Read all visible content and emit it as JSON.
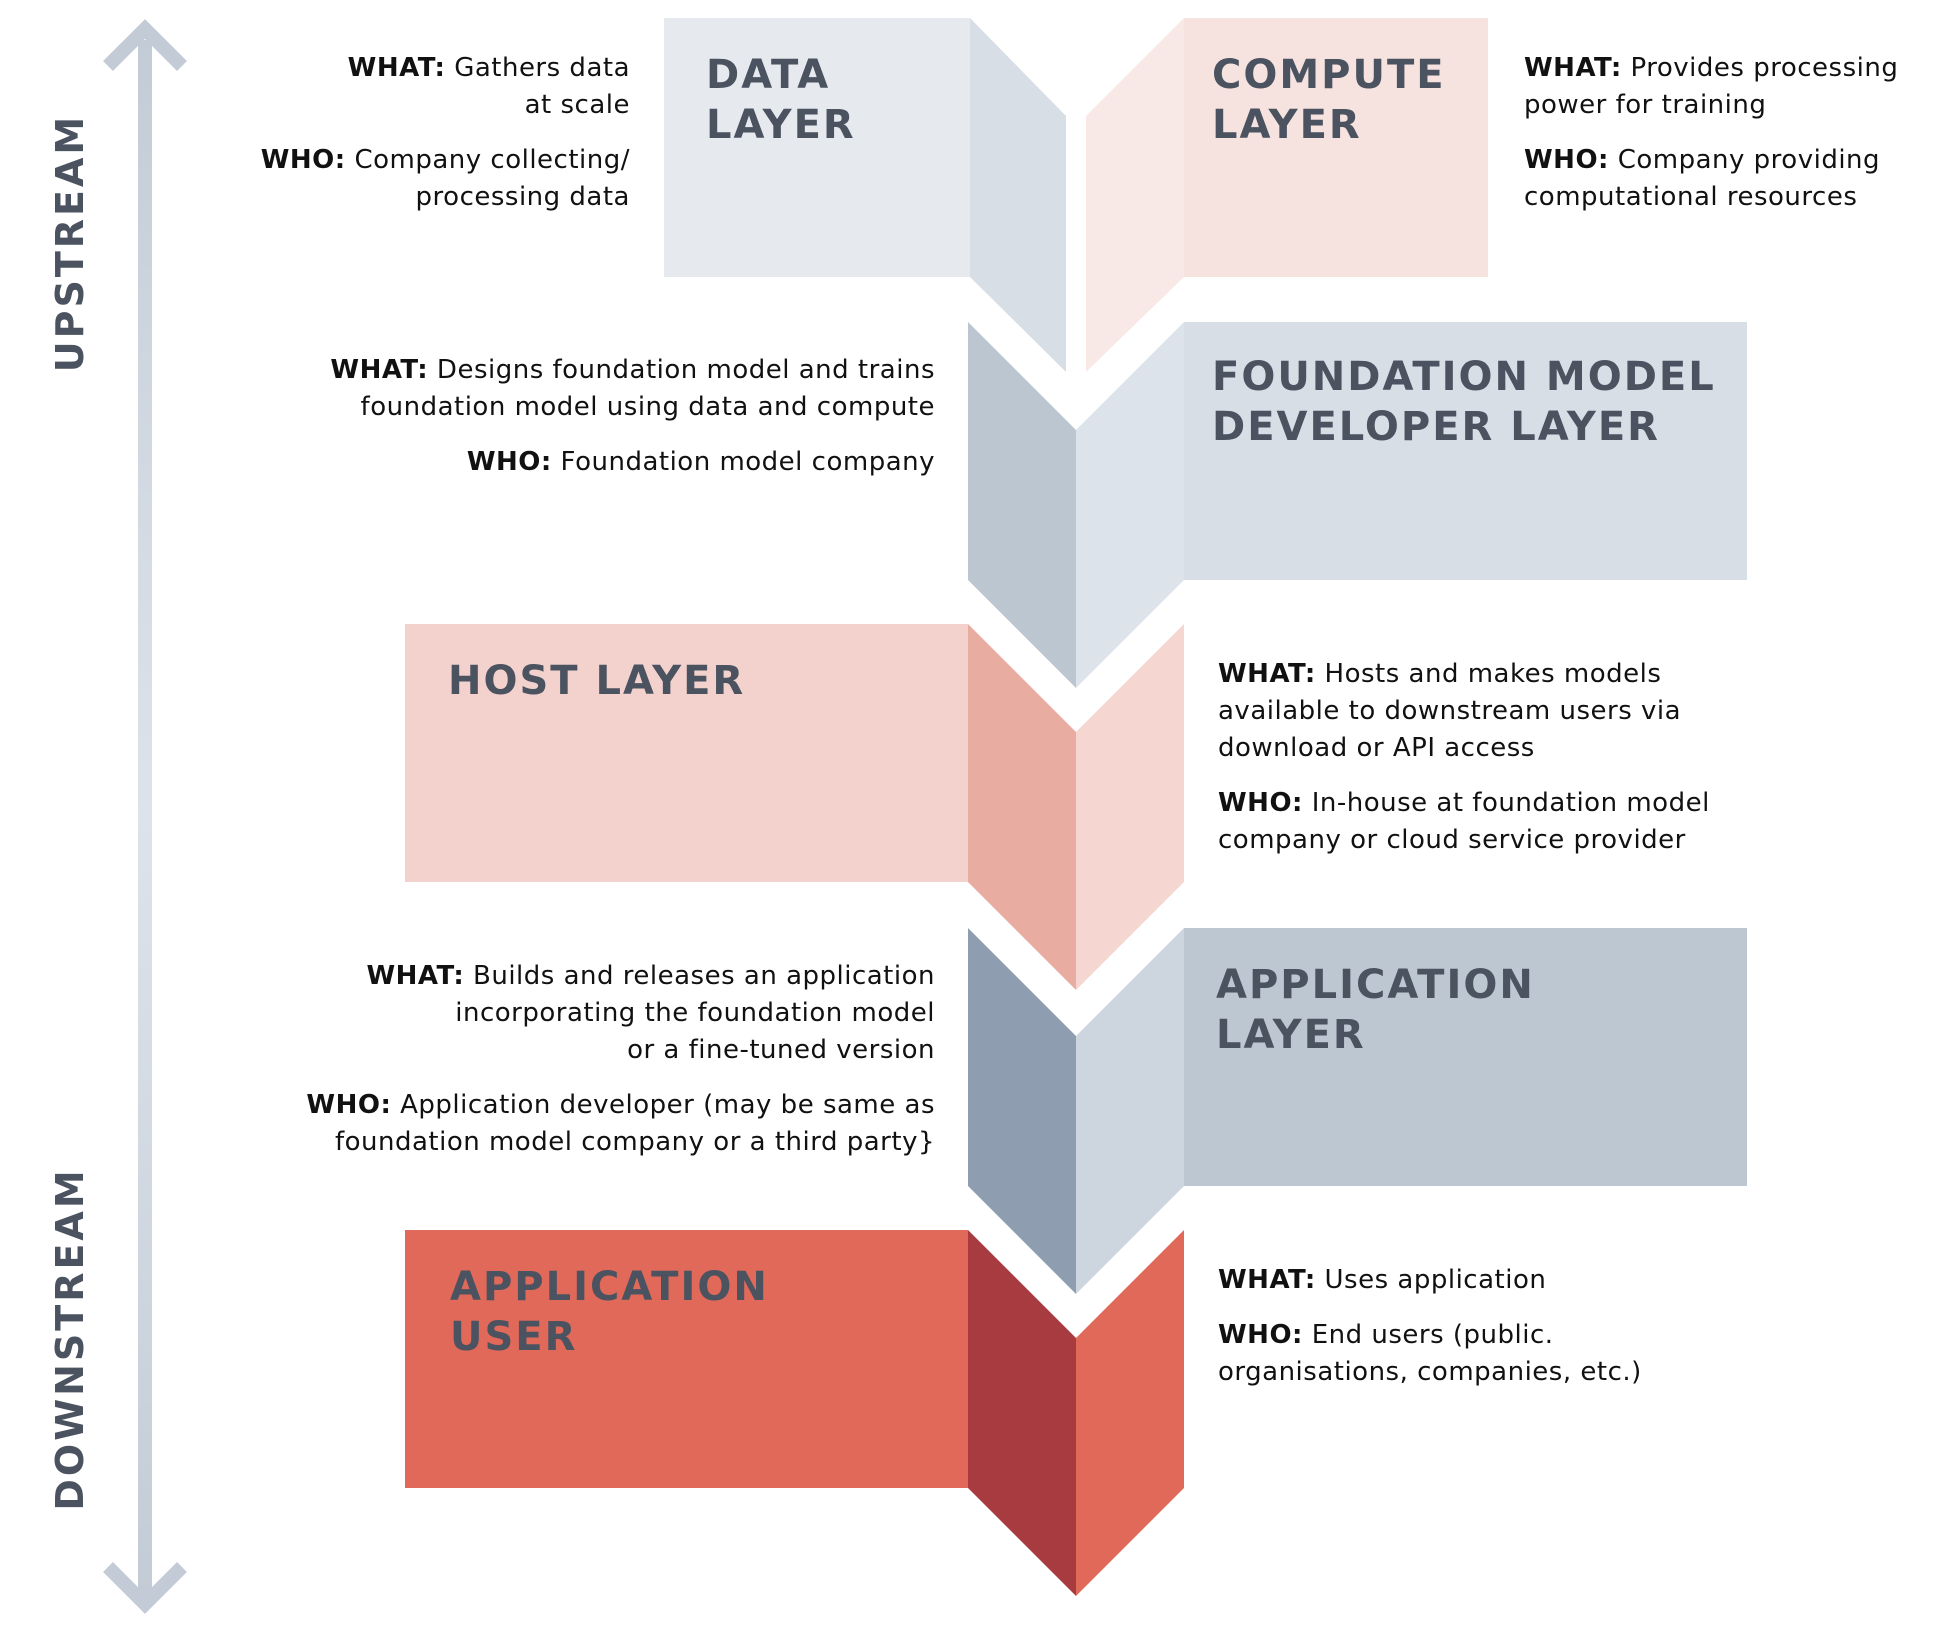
{
  "axis": {
    "upstream_label": "UPSTREAM",
    "downstream_label": "DOWNSTREAM"
  },
  "colors": {
    "data_front": "#e6e9ee",
    "data_side": "#d7dee6",
    "compute_front": "#f6e2df",
    "compute_side": "#f9e9e6",
    "fm_front": "#d7dee6",
    "fm_fold_left": "#bcc6d0",
    "fm_fold_right": "#dde3ea",
    "host_front": "#f3d2cd",
    "host_fold_left": "#e9aca1",
    "host_fold_right": "#f5d6d1",
    "app_front": "#bdc7d1",
    "app_fold_left": "#8e9daf",
    "app_fold_right": "#cdd5de",
    "user_front": "#e0695a",
    "user_fold_left": "#a83b40",
    "user_fold_right": "#e0695a",
    "axis": "#c3ccd6",
    "title_text": "#4b5260"
  },
  "layers": {
    "data": {
      "title_line1": "DATA",
      "title_line2": "LAYER",
      "what_label": "WHAT:",
      "what_line1": "Gathers data",
      "what_line2": "at scale",
      "who_label": "WHO:",
      "who_line1": "Company collecting/",
      "who_line2": "processing data"
    },
    "compute": {
      "title_line1": "COMPUTE",
      "title_line2": "LAYER",
      "what_label": "WHAT:",
      "what_line1": "Provides processing",
      "what_line2": "power for training",
      "who_label": "WHO:",
      "who_line1": "Company providing",
      "who_line2": "computational resources"
    },
    "foundation": {
      "title_line1": "FOUNDATION MODEL",
      "title_line2": "DEVELOPER LAYER",
      "what_label": "WHAT:",
      "what_line1": "Designs foundation model and trains",
      "what_line2": "foundation model using data and compute",
      "who_label": "WHO:",
      "who_line1": "Foundation model company"
    },
    "host": {
      "title_line1": "HOST LAYER",
      "what_label": "WHAT:",
      "what_line1": "Hosts and makes models",
      "what_line2": "available to downstream users via",
      "what_line3": "download or API access",
      "who_label": "WHO:",
      "who_line1": "In-house at foundation model",
      "who_line2": "company or cloud service provider"
    },
    "application": {
      "title_line1": "APPLICATION",
      "title_line2": "LAYER",
      "what_label": "WHAT:",
      "what_line1": "Builds and releases an application",
      "what_line2": "incorporating the foundation model",
      "what_line3": "or a fine-tuned version",
      "who_label": "WHO:",
      "who_line1": "Application developer (may be same as",
      "who_line2": "foundation model company or a third party}"
    },
    "user": {
      "title_line1": "APPLICATION",
      "title_line2": "USER",
      "what_label": "WHAT:",
      "what_line1": "Uses application",
      "who_label": "WHO:",
      "who_line1": "End users (public.",
      "who_line2": "organisations, companies, etc.)"
    }
  }
}
